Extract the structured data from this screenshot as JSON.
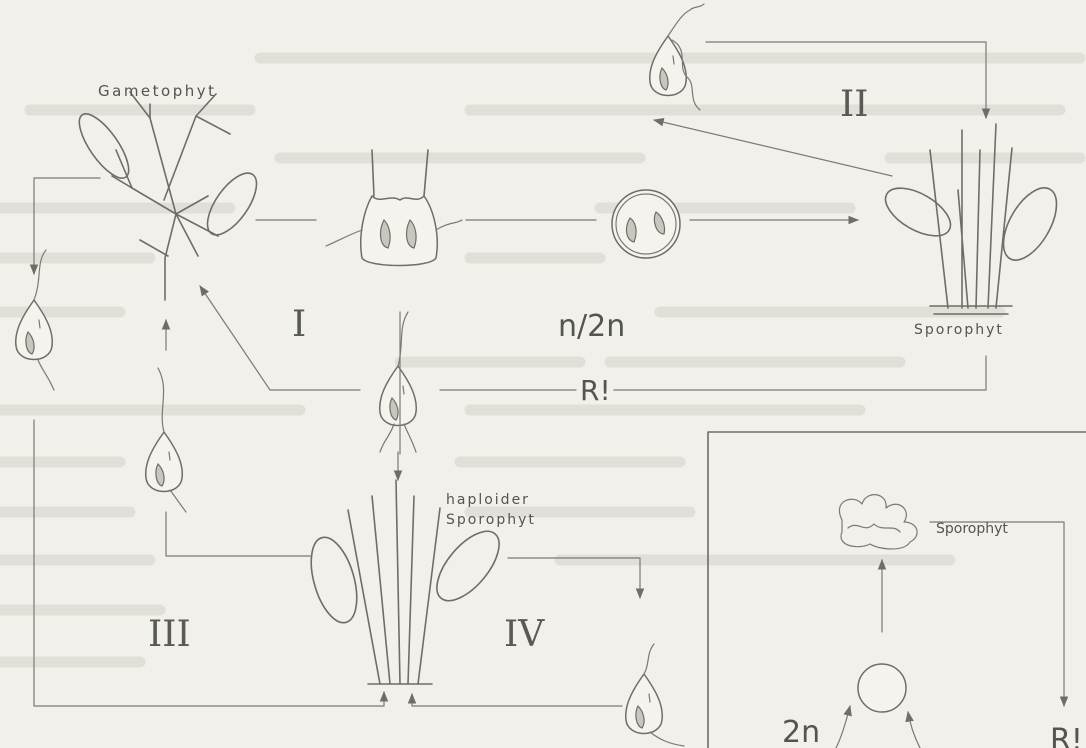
{
  "labels": {
    "gametophyt": "Gametophyt",
    "sporophyt_main": "Sporophyt",
    "haploider_line1": "haploider",
    "haploider_line2": "Sporophyt",
    "sporophyt_inset": "Sporophyt",
    "ploidy": "n/2n",
    "reduction_main": "R!",
    "reduction_inset": "R!",
    "ploidy_inset": "2n"
  },
  "cycles": {
    "I": "I",
    "II": "II",
    "III": "III",
    "IV": "IV"
  },
  "colors": {
    "paper": "#f1f0eb",
    "ink": "#6e6e68",
    "ghost_text": "#d4d2c8"
  }
}
